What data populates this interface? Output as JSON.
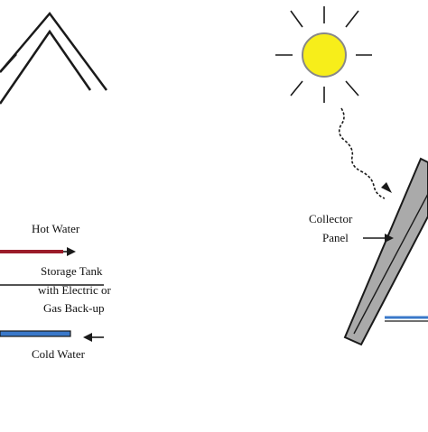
{
  "labels": {
    "hot_water": "Hot Water",
    "storage_tank": [
      "Storage Tank",
      "with Electric or",
      "Gas Back-up"
    ],
    "cold_water": "Cold Water",
    "collector_panel": [
      "Collector",
      "Panel"
    ]
  },
  "colors": {
    "line": "#1a1a1a",
    "hot_pipe": "#9b1c2a",
    "cold_pipe": "#3a78c9",
    "sun_fill": "#f7ee1a",
    "sun_stroke": "#888888",
    "panel_fill": "#aaaaaa"
  },
  "icons": {
    "sun": "sun-icon"
  }
}
